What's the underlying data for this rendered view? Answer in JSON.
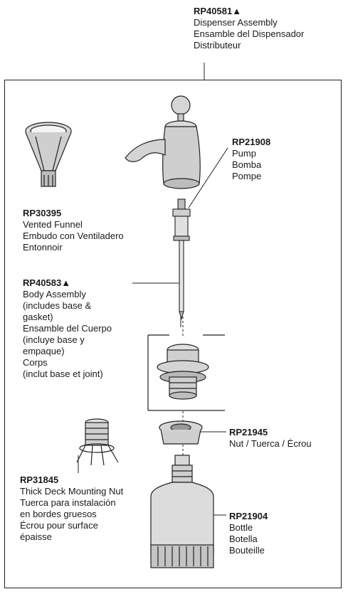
{
  "parts": {
    "dispenser": {
      "pn": "RP40581▲",
      "lines": [
        "Dispenser Assembly",
        "Ensamble del Dispensador",
        "Distributeur"
      ]
    },
    "funnel": {
      "pn": "RP30395",
      "lines": [
        "Vented Funnel",
        "Embudo con Ventiladero",
        "Entonnoir"
      ]
    },
    "pump": {
      "pn": "RP21908",
      "lines": [
        "Pump",
        "Bomba",
        "Pompe"
      ]
    },
    "body": {
      "pn": "RP40583▲",
      "lines": [
        "Body Assembly",
        "(includes base &",
        "gasket)",
        "Ensamble del Cuerpo",
        "(incluye base y",
        "empaque)",
        "Corps",
        "(inclut base et joint)"
      ]
    },
    "nut": {
      "pn": "RP21945",
      "lines": [
        "Nut / Tuerca / Écrou"
      ]
    },
    "mount": {
      "pn": "RP31845",
      "lines": [
        "Thick Deck Mounting Nut",
        "Tuerca para instalación",
        "en bordes gruesos",
        "Écrou pour surface",
        "épaisse"
      ]
    },
    "bottle": {
      "pn": "RP21904",
      "lines": [
        "Bottle",
        "Botella",
        "Bouteille"
      ]
    }
  }
}
